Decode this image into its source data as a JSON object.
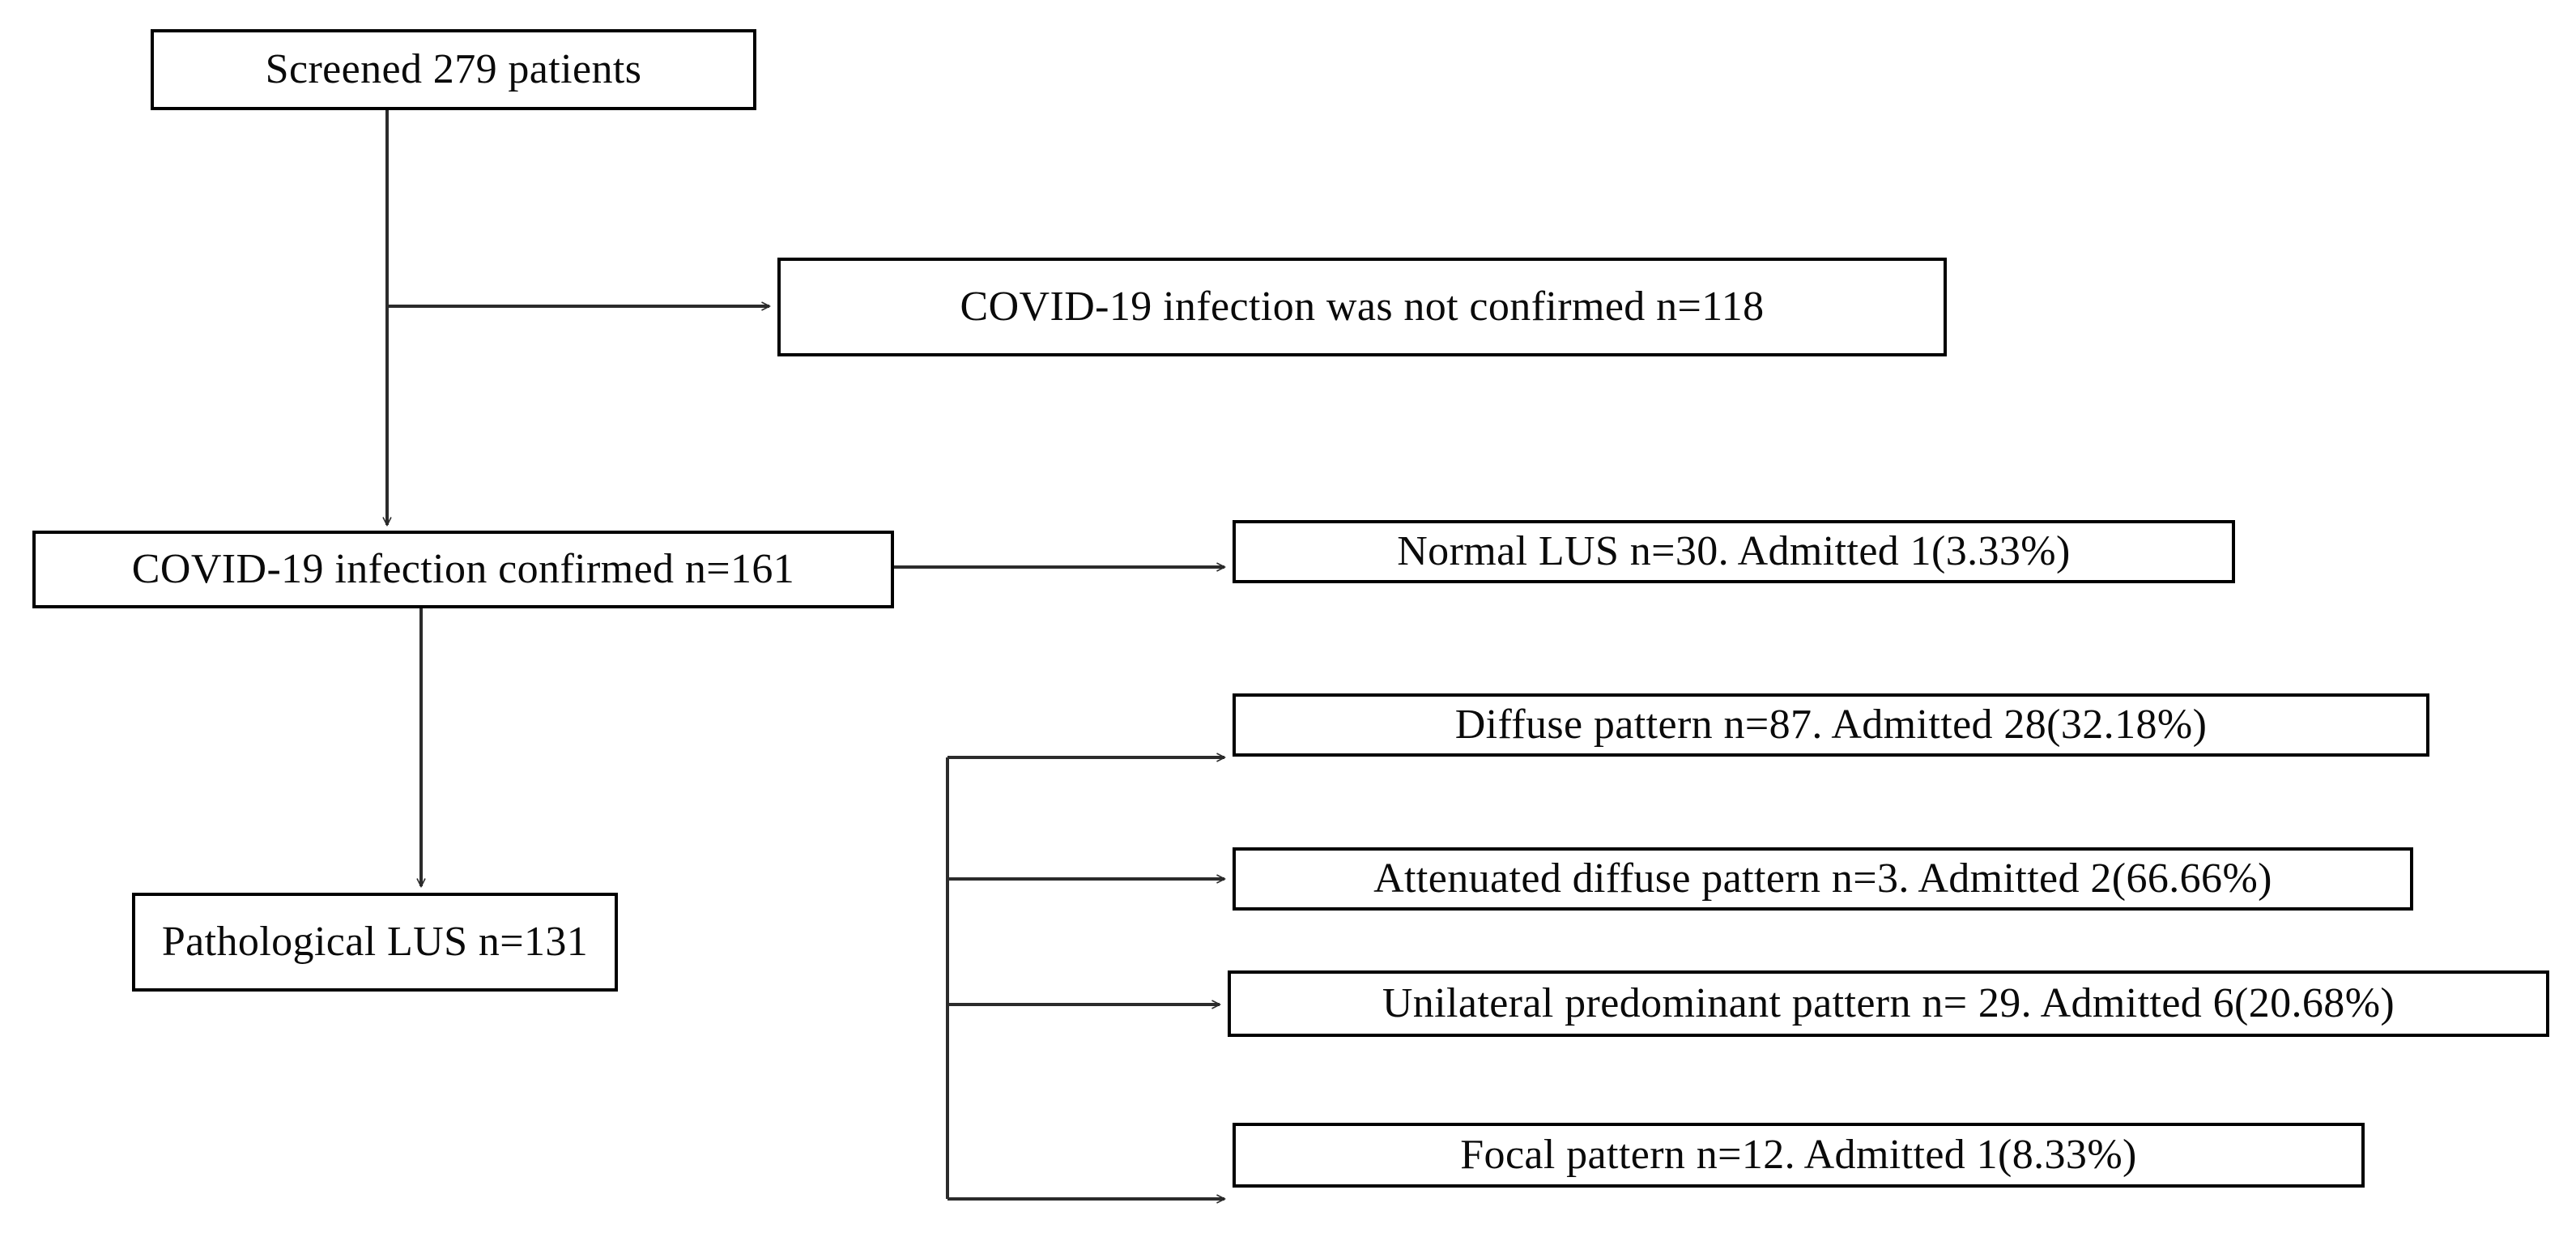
{
  "diagram": {
    "type": "flowchart",
    "title": "COVID-19 lung ultrasound (LUS) patient screening and pattern classification flow",
    "colors": {
      "box_border": "#000000",
      "box_fill": "#ffffff",
      "connector": "#2b2b2b",
      "text": "#0a0a0a",
      "background": "#ffffff"
    },
    "nodes": {
      "screened": {
        "label": "Screened  279 patients",
        "count": 279
      },
      "not_confirmed": {
        "label": "COVID-19 infection was not confirmed  n=118",
        "count": 118
      },
      "confirmed": {
        "label": "COVID-19 infection confirmed  n=161",
        "count": 161
      },
      "normal_lus": {
        "label": "Normal LUS n=30. Admitted 1(3.33%)",
        "count": 30,
        "admitted": 1,
        "admitted_pct": 3.33
      },
      "pathological_lus": {
        "label": "Pathological LUS n=131",
        "count": 131
      },
      "diffuse": {
        "label": "Diffuse pattern n=87. Admitted 28(32.18%)",
        "count": 87,
        "admitted": 28,
        "admitted_pct": 32.18
      },
      "attenuated": {
        "label": "Attenuated diffuse  pattern n=3. Admitted 2(66.66%)",
        "count": 3,
        "admitted": 2,
        "admitted_pct": 66.66
      },
      "unilateral": {
        "label": "Unilateral predominant pattern n= 29. Admitted 6(20.68%)",
        "count": 29,
        "admitted": 6,
        "admitted_pct": 20.68
      },
      "focal": {
        "label": "Focal pattern n=12. Admitted 1(8.33%)",
        "count": 12,
        "admitted": 1,
        "admitted_pct": 8.33
      }
    },
    "edges": [
      {
        "from": "screened",
        "to": "not_confirmed",
        "style": "elbow-right-arrow"
      },
      {
        "from": "screened",
        "to": "confirmed",
        "style": "straight-down-arrow"
      },
      {
        "from": "confirmed",
        "to": "normal_lus",
        "style": "straight-right-arrow"
      },
      {
        "from": "confirmed",
        "to": "pathological_lus",
        "style": "straight-down-arrow"
      },
      {
        "from": "pathological_lus",
        "to": "diffuse",
        "style": "bracket-right-arrow"
      },
      {
        "from": "pathological_lus",
        "to": "attenuated",
        "style": "bracket-right-arrow"
      },
      {
        "from": "pathological_lus",
        "to": "unilateral",
        "style": "bracket-right-arrow"
      },
      {
        "from": "pathological_lus",
        "to": "focal",
        "style": "bracket-right-arrow"
      }
    ]
  }
}
